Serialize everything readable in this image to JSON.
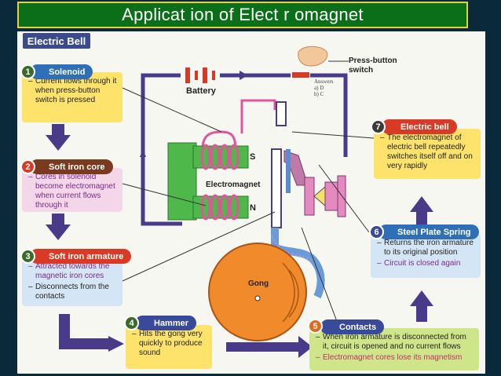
{
  "title": "Applicat ion of  Elect r omagnet",
  "diagram_title": "Electric Bell",
  "labels": {
    "battery": "Battery",
    "press_button": "Press-button switch",
    "press_button_1": "Press-button",
    "press_button_2": "switch",
    "electromagnet": "Electromagnet",
    "pole_s": "S",
    "pole_n": "N",
    "gong": "Gong",
    "answers_title": "Answers",
    "answer_a": "a) D",
    "answer_b": "b) C"
  },
  "steps": [
    {
      "num": "1",
      "title": "Solenoid",
      "color": "#2f6fb8",
      "box_color": "#fde36b",
      "text_color": "#222222",
      "bullets": [
        "Current flows through it when press-button switch is pressed"
      ]
    },
    {
      "num": "2",
      "title": "Soft iron core",
      "color": "#7a3a20",
      "box_color": "#f3d7e8",
      "text_color": "#7a2a8a",
      "bullets": [
        "Cores in solenoid become electromagnet when current flows through it"
      ]
    },
    {
      "num": "3",
      "title": "Soft iron armature",
      "color": "#d93a25",
      "box_color": "#d4e6f6",
      "text_color": "#222222",
      "bullets": [
        "Attracted towards the magnetic iron cores",
        "Disconnects from the contacts"
      ]
    },
    {
      "num": "4",
      "title": "Hammer",
      "color": "#3a4a9a",
      "box_color": "#fde36b",
      "text_color": "#222222",
      "bullets": [
        "Hits the gong very quickly to produce sound"
      ]
    },
    {
      "num": "5",
      "title": "Contacts",
      "color": "#3a4a9a",
      "box_color": "#cfe58a",
      "text_color": "#222222",
      "bullets": [
        "When iron armature is disconnected from it, circuit is opened and no current flows",
        "Electromagnet cores lose its magnetism"
      ]
    },
    {
      "num": "6",
      "title": "Steel Plate Spring",
      "color": "#2f6fb8",
      "box_color": "#d4e6f6",
      "text_color": "#222222",
      "bullets": [
        "Returns the iron armature to its original position",
        "Circuit is closed again"
      ]
    },
    {
      "num": "7",
      "title": "Electric bell",
      "color": "#d93a25",
      "box_color": "#fde36b",
      "text_color": "#222222",
      "bullets": [
        "The electromagnet of electric bell repeatedly switches itself off and on very rapidly"
      ]
    }
  ],
  "colors": {
    "title_bg": "#0b6f1a",
    "title_border": "#e7d23a",
    "wire": "#4a3a8a",
    "flow_arrow": "#4a3a8a",
    "core_green": "#4fb84a",
    "coil_pink": "#e0559a",
    "gong_orange": "#f08a2a",
    "battery_red": "#d33a2a",
    "spring_blue": "#6a9ad8"
  }
}
